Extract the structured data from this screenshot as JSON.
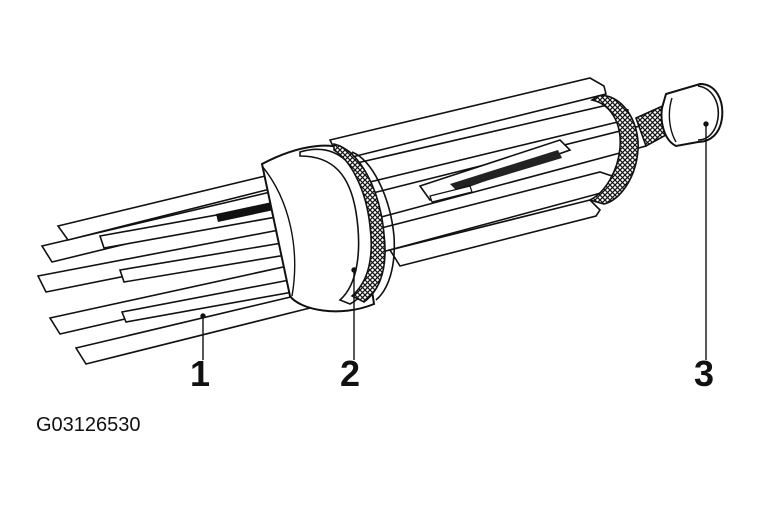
{
  "diagram": {
    "parts": [
      {
        "number": "1"
      },
      {
        "number": "2"
      },
      {
        "number": "3"
      }
    ],
    "figure_code": "G03126530",
    "colors": {
      "ink": "#111111",
      "paper": "#ffffff",
      "shade": "#555555"
    }
  }
}
